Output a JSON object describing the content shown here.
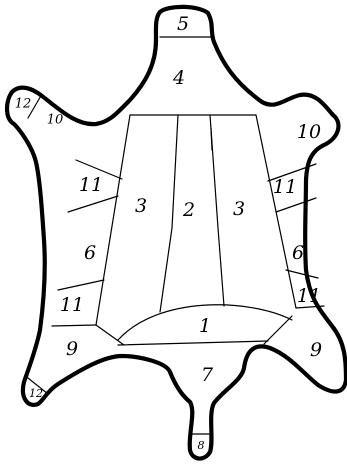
{
  "diagram": {
    "labels": {
      "part_1": "1",
      "part_2": "2",
      "part_3_left": "3",
      "part_3_right": "3",
      "part_4": "4",
      "part_5": "5",
      "part_6_left": "6",
      "part_6_right": "6",
      "part_7": "7",
      "part_8": "8",
      "part_9_left": "9",
      "part_9_right": "9",
      "part_10_left": "10",
      "part_10_right": "10",
      "part_11_left_upper": "11",
      "part_11_left_lower": "11",
      "part_11_right_upper": "11",
      "part_11_right_lower": "11",
      "part_12_upper": "12",
      "part_12_lower": "12"
    }
  }
}
